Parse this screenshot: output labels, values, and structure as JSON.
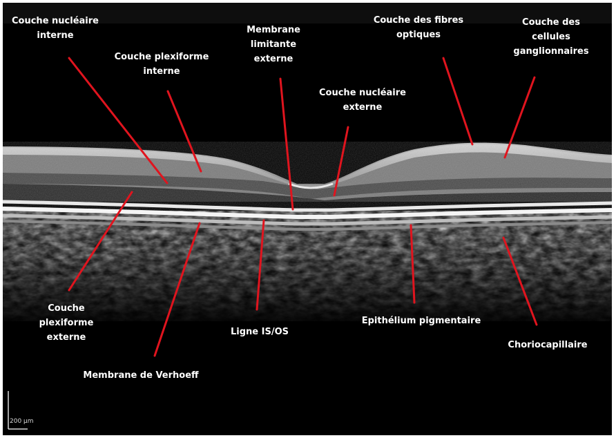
{
  "labels": {
    "couche_nucleaire_interne": "Couche nucléaire\ninterne",
    "couche_plexiforme_interne": "Couche plexiforme\ninterne",
    "membrane_limitante_externe": "Membrane\nlimitante\nexterne",
    "couche_nucleaire_externe": "Couche nucléaire\nexterne",
    "couche_fibres_optiques": "Couche des fibres\noptiques",
    "couche_cellules_ganglionnaires": "Couche des\ncellules\nganglionnaires",
    "couche_plexiforme_externe": "Couche\nplexiforme\nexterne",
    "membrane_verhoeff": "Membrane de Verhoeff",
    "ligne_is_os": "Ligne IS/OS",
    "epithelium_pigmentaire": "Epithélium pigmentaire",
    "choriocapillaire": "Choriocapillaire"
  },
  "scale_bar": {
    "text": "200 µm"
  },
  "colors": {
    "annotation_line": "#e0141e",
    "label_text": "#ffffff",
    "background": "#000000"
  }
}
